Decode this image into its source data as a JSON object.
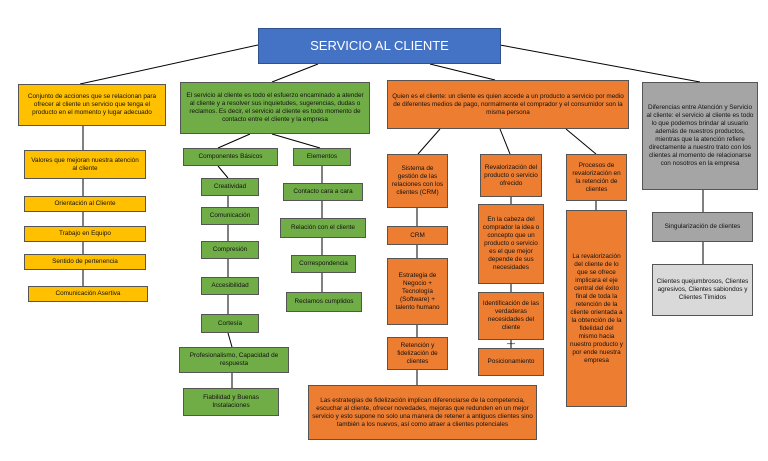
{
  "title": "SERVICIO AL CLIENTE",
  "branches": {
    "definition": {
      "text": "Conjunto de acciones que se relacionan para ofrecer al cliente un servicio que tenga el producto en el momento y lugar adecuado",
      "values_title": "Valores que mejoran nuestra atención al cliente",
      "values": [
        "Orientación al Cliente",
        "Trabajo en Equipo",
        "Sentido de pertenencia",
        "Comunicación Asertiva"
      ]
    },
    "service": {
      "text": "El servicio al cliente es todo el esfuerzo encaminado a atender al cliente y a resolver sus inquietudes, sugerencias, dudas o reclamos. Es decir, el servicio al cliente es todo momento de contacto entre el cliente y la empresa",
      "basic_components_label": "Componentes Básicos",
      "basic_components": [
        "Creatividad",
        "Comunicación",
        "Compresión",
        "Accesibilidad",
        "Cortesía",
        "Profesionalismo, Capacidad de respuesta",
        "Fiabilidad y Buenas Instalaciones"
      ],
      "elements_label": "Elementos",
      "elements": [
        "Contacto cara a cara",
        "Relación con el cliente",
        "Correspondencia",
        "Reclamos cumplidos"
      ]
    },
    "who": {
      "text": "Quien es el cliente: un cliente es quien accede a un producto a servicio por medio de diferentes medios de pago, normalmente el comprador y el consumidor son la misma persona",
      "crm": {
        "title": "Sistema de gestión de las relaciones con los clientes (CRM)",
        "abbr": "CRM",
        "strategy": "Estrategia de Negocio + Tecnología (Software) + talento humano",
        "retention": "Retención y fidelización de clientes"
      },
      "product": {
        "title": "Revalorización del producto o servicio ofrecido",
        "desc": "En la cabeza del comprador la idea o concepto que un producto o servicio es el que mejor depende de sus necesidades",
        "identification": "Identificación de las verdaderas necesidades del cliente",
        "dash": "—",
        "positioning": "Posicionamiento"
      },
      "process": {
        "title": "Procesos de revalorización en la retención de clientes",
        "desc": "La revalorización del cliente de lo que se ofrece implicara el eje central del éxito final de toda la retención de la cliente orientada a la obtención de la fidelidad del mismo hacia nuestro producto y por ende nuestra empresa"
      },
      "loyalty": "Las estrategias de fidelización implican diferenciarse de la competencia, escuchar al cliente, ofrecer novedades, mejoras que redunden en un mejor servicio y esto supone no solo una manera de retener a antiguos clientes sino también a los nuevos, así como atraer a clientes potenciales"
    },
    "difference": {
      "text": "Diferencias entre Atención y Servicio al cliente: el servicio al cliente es todo lo que podemos brindar al usuario además de nuestros productos, mientras que la atención refiere directamente a nuestro trato con los clientes al momento de relacionarse con nosotros en la empresa",
      "singularization": "Singularización de clientes",
      "types": "Clientes quejumbrosos, Clientes agresivos, Clientes sabiondos y Clientes Tímidos"
    }
  }
}
